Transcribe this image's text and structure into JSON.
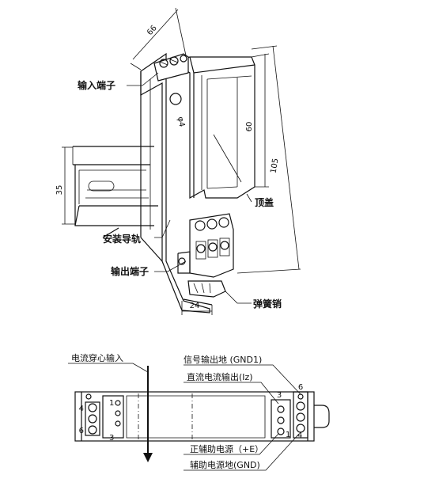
{
  "top_view": {
    "labels": {
      "input_terminal": "输入端子",
      "rail": "安装导轨",
      "output_terminal": "输出端子",
      "top_cover": "顶盖",
      "spring_pin": "弹簧销"
    },
    "dimensions": {
      "width_66": "66",
      "height_60": "60",
      "length_105": "105",
      "rail_35": "35",
      "depth_24": "24",
      "hole_phi4": "φ4"
    }
  },
  "bottom_view": {
    "labels": {
      "current_input": "电流穿心输入",
      "signal_gnd": "信号输出地 (GND1)",
      "dc_current_out": "直流电流输出(Iz)",
      "pos_aux_power": "正辅助电源（+E）",
      "aux_power_gnd": "辅助电源地(GND)"
    },
    "pins": {
      "p1_left": "1",
      "p3_left": "3",
      "p4_left": "4",
      "p6_left": "6",
      "p3_right": "3",
      "p1_right": "1",
      "p6_right": "6",
      "p4_right": "4"
    }
  }
}
